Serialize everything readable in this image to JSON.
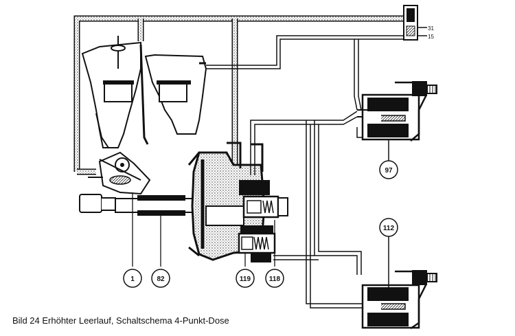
{
  "caption": "Bild 24 Erhöhter Leerlauf, Schaltschema 4-Punkt-Dose",
  "callouts": [
    "1",
    "82",
    "119",
    "118",
    "97",
    "112"
  ],
  "terminals": [
    "31",
    "15"
  ]
}
